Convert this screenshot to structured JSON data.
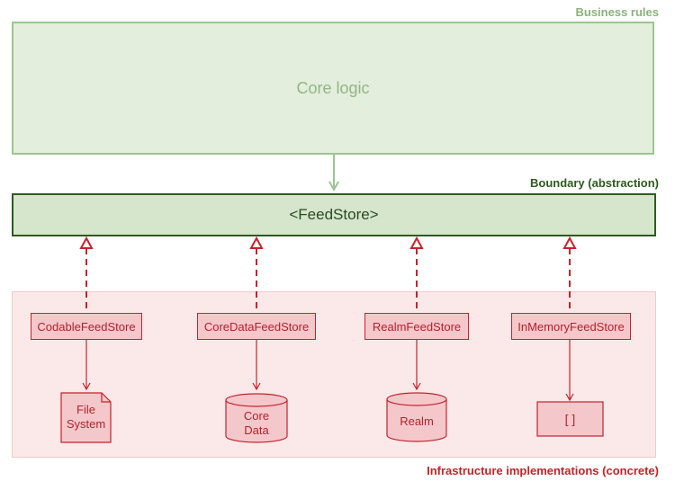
{
  "labels": {
    "business_rules": "Business rules",
    "boundary": "Boundary (abstraction)",
    "infrastructure": "Infrastructure implementations (concrete)"
  },
  "core_logic": "Core logic",
  "feed_store": "<FeedStore>",
  "stores": [
    {
      "name": "CodableFeedStore",
      "storage": "File System",
      "storage_shape": "document"
    },
    {
      "name": "CoreDataFeedStore",
      "storage": "Core Data",
      "storage_shape": "cylinder"
    },
    {
      "name": "RealmFeedStore",
      "storage": "Realm",
      "storage_shape": "cylinder"
    },
    {
      "name": "InMemoryFeedStore",
      "storage": "[ ]",
      "storage_shape": "rectangle"
    }
  ],
  "colors": {
    "business_fill": "#e3eedc",
    "business_border": "#9cc690",
    "boundary_fill": "#d5e6cc",
    "boundary_border": "#2f5a21",
    "infra_fill": "#fbe9ea",
    "infra_accent": "#c4232b"
  }
}
